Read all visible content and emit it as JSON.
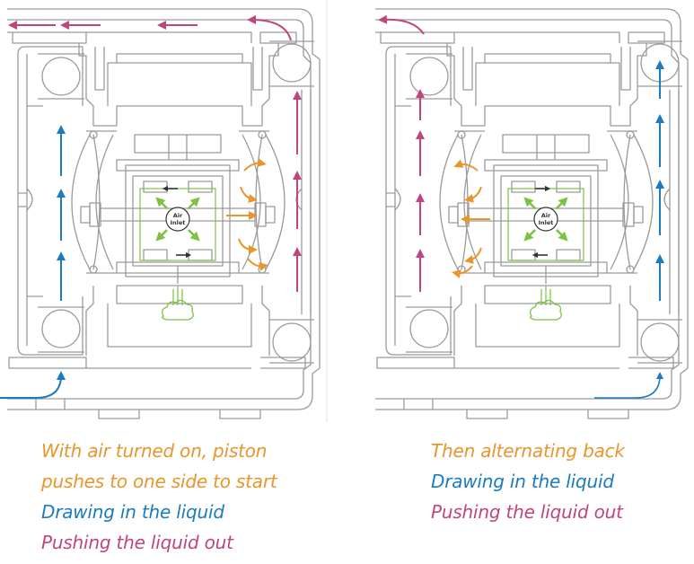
{
  "left_panel": {
    "air_label_line1": "Air",
    "air_label_line2": "Inlet",
    "caption_line1": "With air turned on, piston",
    "caption_line2": "pushes to one side to start",
    "caption_line3": "Drawing in the liquid",
    "caption_line4": "Pushing the liquid out"
  },
  "right_panel": {
    "air_label_line1": "Air",
    "air_label_line2": "Inlet",
    "caption_line1": "Then alternating back",
    "caption_line2": "Drawing in the liquid",
    "caption_line3": "Pushing the liquid out"
  },
  "colors": {
    "piston_motion": "#E8962B",
    "drawing_in": "#1A7BC0",
    "pushing_out": "#C0457F",
    "air_flow": "#7DC242",
    "housing_outline": "#9A9A9A"
  }
}
